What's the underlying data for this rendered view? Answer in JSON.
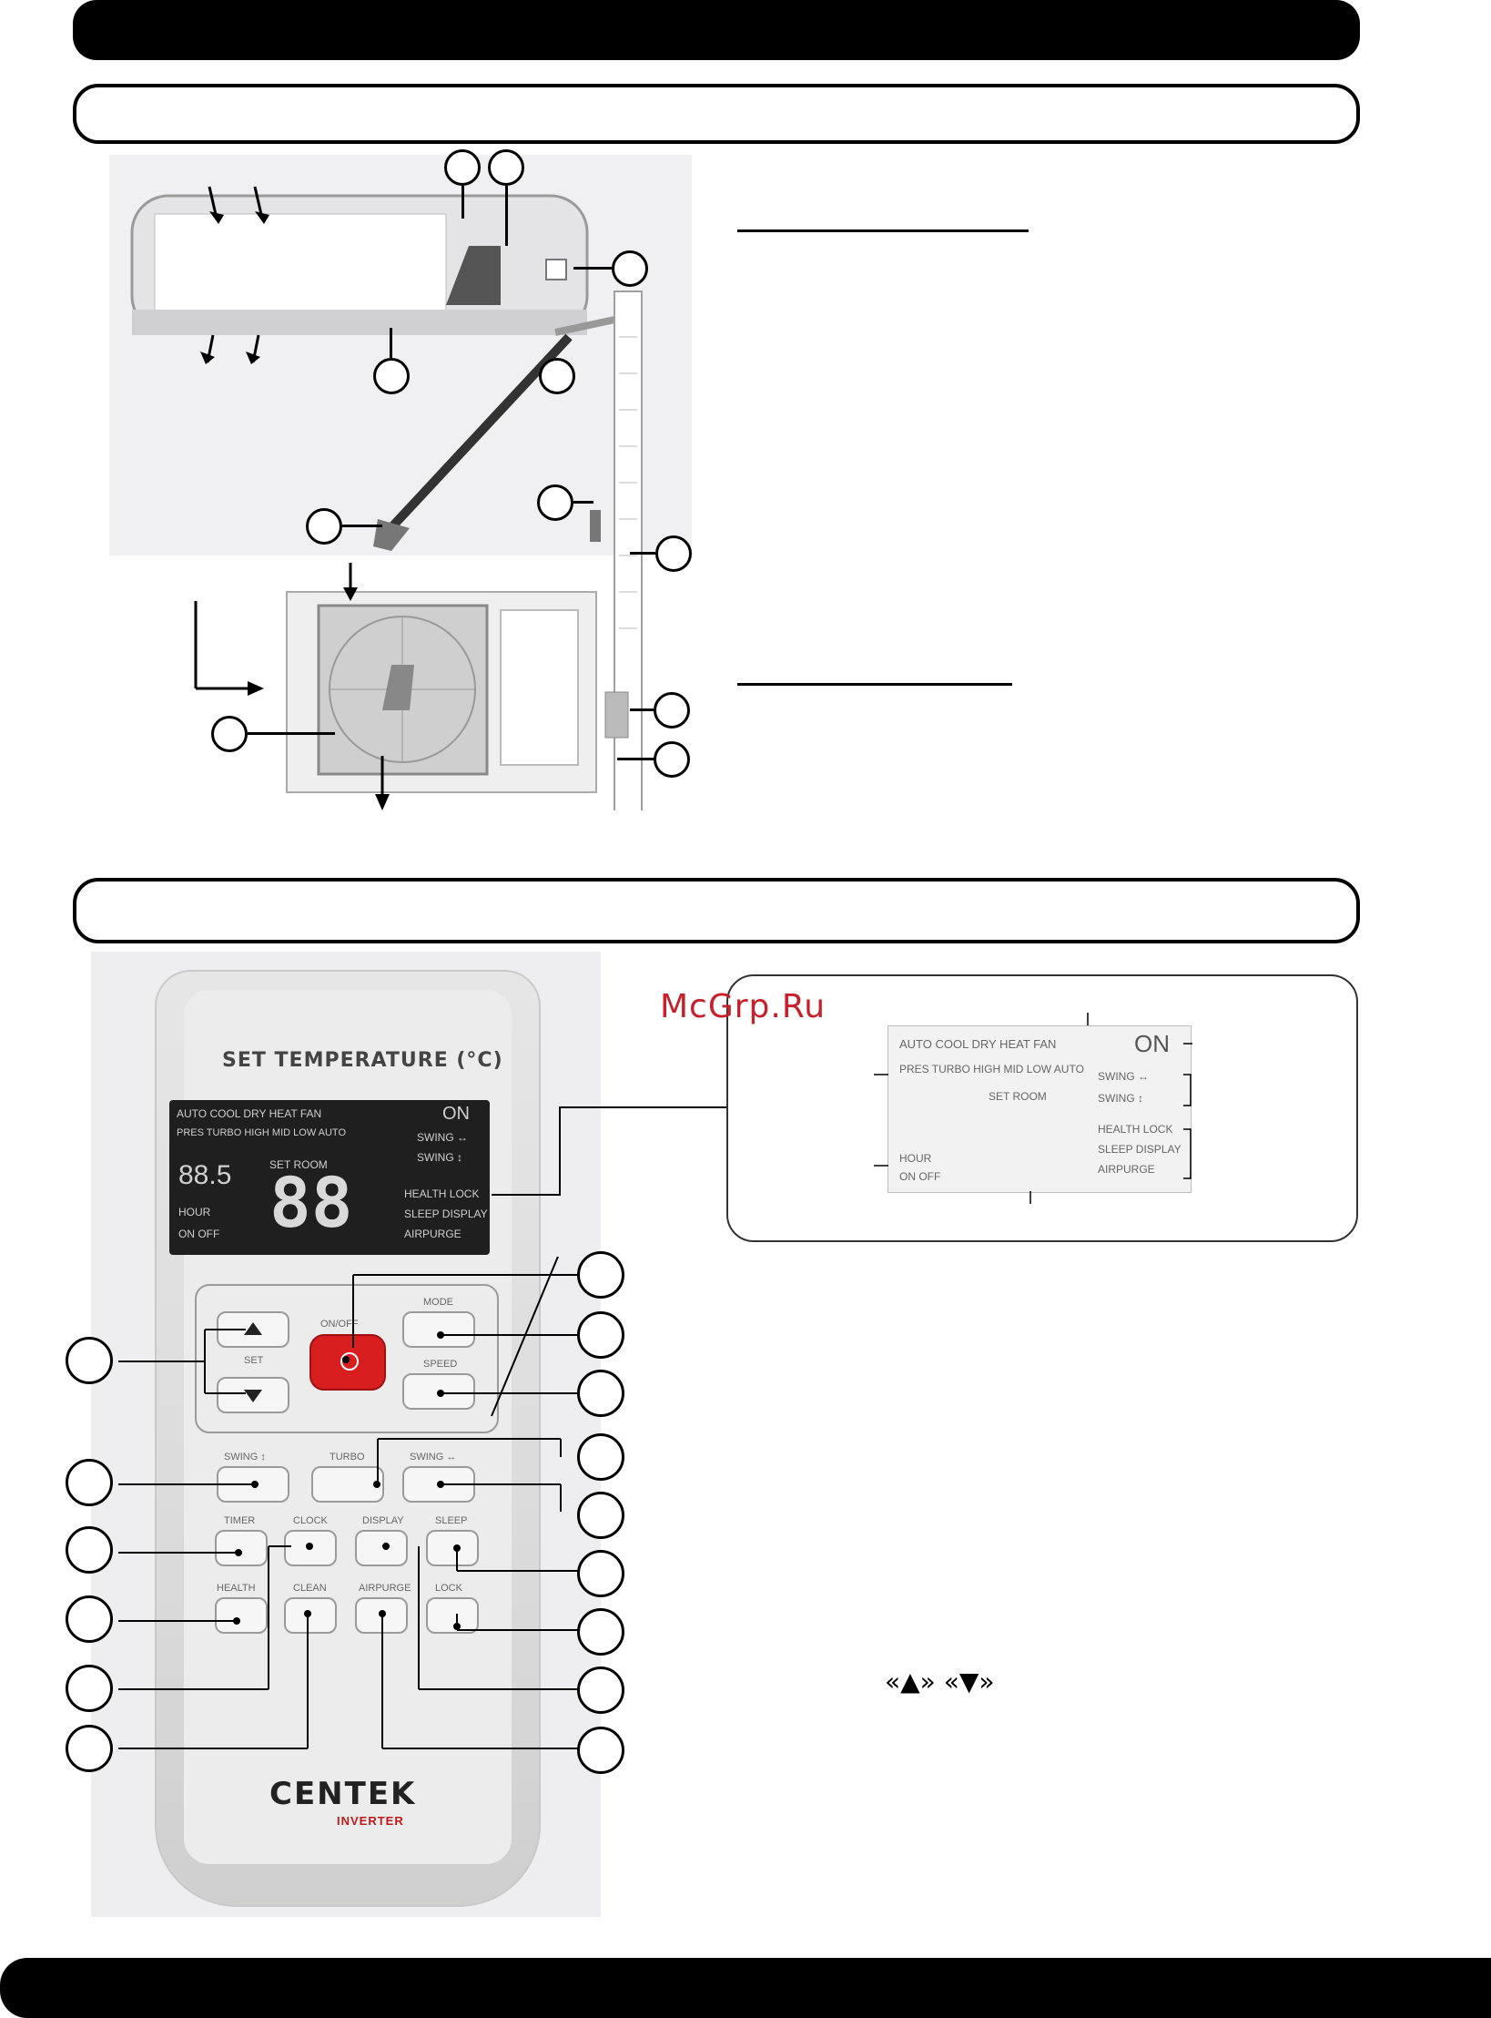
{
  "watermark": "McGrp.Ru",
  "remote": {
    "set_temperature_label": "SET TEMPERATURE (°C)",
    "brand": "CENTEK",
    "brand_sub": "INVERTER",
    "lcd": {
      "modes_row1": "AUTO COOL DRY HEAT FAN",
      "modes_row2": "PRES TURBO HIGH MID LOW AUTO",
      "on": "ON",
      "big_left": "88.5",
      "big_digits": "88",
      "set_room": "SET ROOM",
      "hour": "HOUR",
      "on_off": "ON OFF",
      "swing_lr": "SWING ↔",
      "swing_ud": "SWING ↕",
      "health_line": "HEALTH LOCK",
      "sleep_line": "SLEEP DISPLAY",
      "airpurge": "AIRPURGE",
      "set_label": "SET"
    },
    "buttons": {
      "on_off": "ON/OFF",
      "mode": "MODE",
      "speed": "SPEED",
      "swing_lr": "SWING ↕",
      "turbo": "TURBO",
      "swing_ud": "SWING ↔",
      "timer": "TIMER",
      "clock": "CLOCK",
      "display": "DISPLAY",
      "sleep": "SLEEP",
      "health": "HEALTH",
      "clean": "CLEAN",
      "airpurge": "AIRPURGE",
      "lock": "LOCK"
    }
  },
  "mini_lcd": {
    "row1": "AUTO COOL DRY HEAT FAN",
    "row2": "PRES TURBO HIGH MID LOW AUTO",
    "on": "ON",
    "set_room": "SET ROOM",
    "hour": "HOUR",
    "on_off": "ON OFF",
    "swing1": "SWING ↔",
    "swing2": "SWING ↕",
    "health": "HEALTH LOCK",
    "sleep": "SLEEP DISPLAY",
    "airpurge": "AIRPURGE"
  },
  "arrows_text": "«▲» «▼»",
  "colors": {
    "bar": "#000000",
    "power_button": "#d81e1e",
    "watermark": "#c8202a"
  }
}
